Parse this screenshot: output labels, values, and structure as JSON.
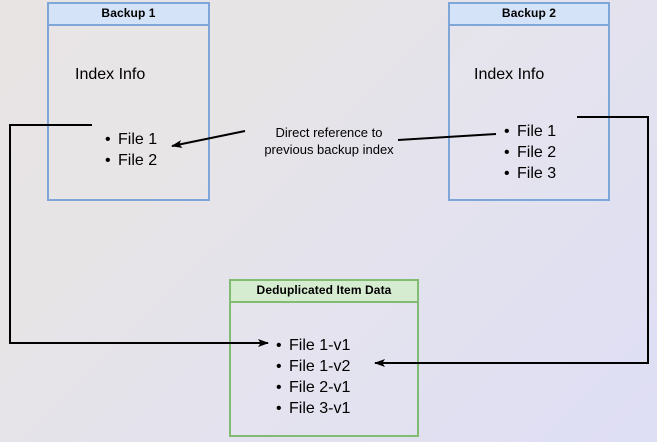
{
  "diagram": {
    "title_hidden": "Deduplicated backup index reference diagram",
    "colors": {
      "blue_border": "#7ea6d8",
      "blue_header_fill": "#d4e3f7",
      "green_border": "#82bc72",
      "green_header_fill": "#d6ecd0",
      "line": "#000000",
      "bg_start": "#e8e4e4",
      "bg_end": "#dedef5"
    },
    "boxes": {
      "backup1": {
        "header": "Backup 1",
        "section_label": "Index Info",
        "files": [
          "File 1",
          "File 2"
        ]
      },
      "backup2": {
        "header": "Backup 2",
        "section_label": "Index Info",
        "files": [
          "File 1",
          "File 2",
          "File 3"
        ]
      },
      "dedup": {
        "header": "Deduplicated Item Data",
        "files": [
          "File 1-v1",
          "File 1-v2",
          "File 2-v1",
          "File 3-v1"
        ]
      }
    },
    "annotations": {
      "direct_reference": "Direct reference to\nprevious backup index"
    }
  }
}
